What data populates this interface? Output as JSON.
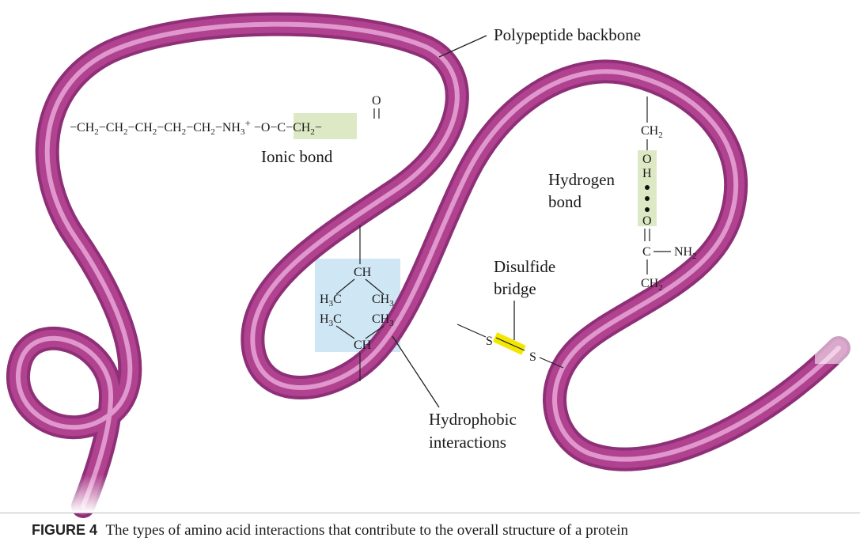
{
  "labels": {
    "polypeptide_backbone": "Polypeptide backbone",
    "ionic_bond": "Ionic bond",
    "hydrogen_bond_1": "Hydrogen",
    "hydrogen_bond_2": "bond",
    "disulfide_1": "Disulfide",
    "disulfide_2": "bridge",
    "hydrophobic_1": "Hydrophobic",
    "hydrophobic_2": "interactions"
  },
  "ionic_chain": {
    "segments": [
      "CH",
      "CH",
      "CH",
      "CH",
      "CH"
    ],
    "sub": "2",
    "nh": "NH",
    "nh_sub": "3",
    "nh_charge": "+",
    "o_minus": "−O",
    "carbonyl_o": "O",
    "carbonyl_c": "C",
    "tail": "CH",
    "tail_sub": "2"
  },
  "hydrophobic_group": {
    "ch_top": "CH",
    "h3c_1": "H",
    "h3c_1_sub": "3",
    "h3c_1_c": "C",
    "ch3_1": "CH",
    "ch3_1_sub": "3",
    "h3c_2": "H",
    "h3c_2_sub": "3",
    "h3c_2_c": "C",
    "ch3_2": "CH",
    "ch3_2_sub": "3",
    "ch_bottom": "CH"
  },
  "hydrogen_group": {
    "ch2_top": "CH",
    "ch2_top_sub": "2",
    "o_top": "O",
    "h": "H",
    "dots": "• • •",
    "o_bottom": "O",
    "c": "C",
    "nh2": "NH",
    "nh2_sub": "2",
    "ch2_bottom": "CH",
    "ch2_bottom_sub": "2"
  },
  "disulfide_group": {
    "s1": "S",
    "s2": "S"
  },
  "caption": {
    "number": "FIGURE 4",
    "text": "The types of amino acid interactions that contribute to the overall structure of a protein"
  },
  "colors": {
    "backbone": "#b0428f",
    "backbone_highlight": "#e7a6d8",
    "ionic_highlight": "#dde9c4",
    "hydrophobic_highlight": "#cfe6f4",
    "hydrogen_highlight": "#dde9c4",
    "disulfide_highlight": "#f3e600"
  }
}
